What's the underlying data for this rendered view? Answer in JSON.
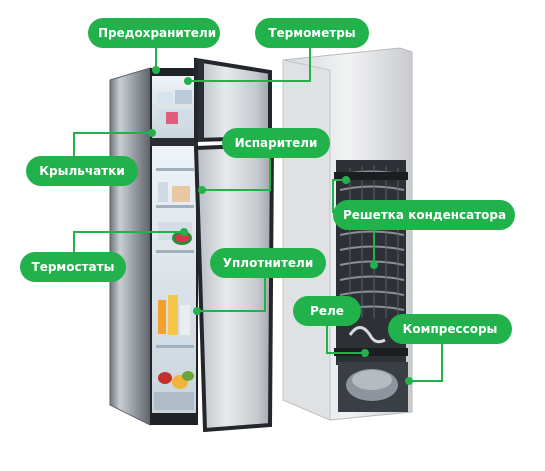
{
  "colors": {
    "label_bg": "#22b24c",
    "label_text": "#ffffff",
    "connector": "#22b24c",
    "marker": "#22b24c"
  },
  "labels": {
    "fuses": "Предохранители",
    "thermometers": "Термометры",
    "evaporators": "Испарители",
    "fans": "Крыльчатки",
    "condenser_grille": "Решетка конденсатора",
    "thermostats": "Термостаты",
    "seals": "Уплотнители",
    "relay": "Реле",
    "compressors": "Компрессоры"
  }
}
